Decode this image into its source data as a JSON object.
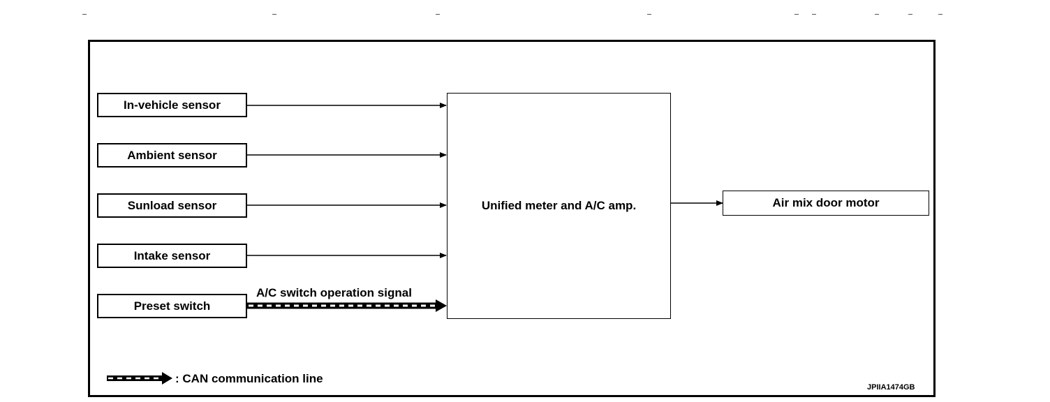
{
  "inputs": [
    {
      "label": "In-vehicle sensor"
    },
    {
      "label": "Ambient sensor"
    },
    {
      "label": "Sunload sensor"
    },
    {
      "label": "Intake sensor"
    },
    {
      "label": "Preset switch"
    }
  ],
  "controller": {
    "label": "Unified meter and A/C amp."
  },
  "output": {
    "label": "Air mix door motor"
  },
  "signal_label": "A/C switch operation signal",
  "legend": {
    "text": ": CAN communication line"
  },
  "figure_code": "JPIIA1474GB"
}
